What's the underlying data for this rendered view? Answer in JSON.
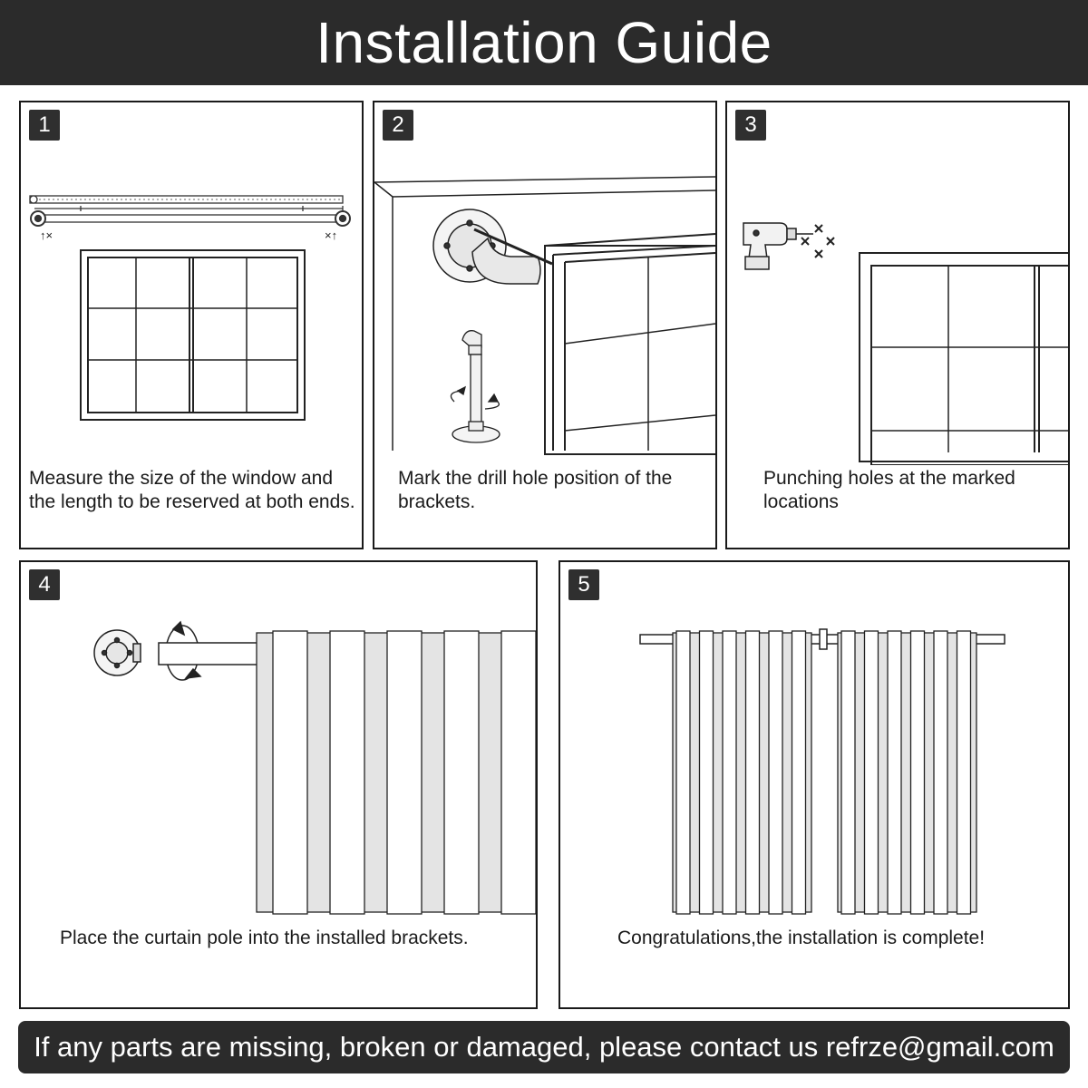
{
  "header": {
    "title": "Installation Guide"
  },
  "steps": [
    {
      "number": "1",
      "text": "Measure the size of the window and the length to be reserved at both ends."
    },
    {
      "number": "2",
      "text": "Mark the drill hole position of the brackets."
    },
    {
      "number": "3",
      "text": "Punching holes at the marked locations"
    },
    {
      "number": "4",
      "text": "Place the curtain pole into the installed brackets."
    },
    {
      "number": "5",
      "text": "Congratulations,the installation is complete!"
    }
  ],
  "footer": {
    "text": "If any parts are missing, broken or damaged, please contact us refrze@gmail.com"
  },
  "colors": {
    "header_bg": "#2b2b2b",
    "badge_bg": "#2f2f2f",
    "curtain_shade": "#e4e4e4"
  },
  "icons": [
    "tape-measure-icon",
    "window-icon",
    "pipe-bracket-icon",
    "drill-icon",
    "curtain-icon"
  ]
}
